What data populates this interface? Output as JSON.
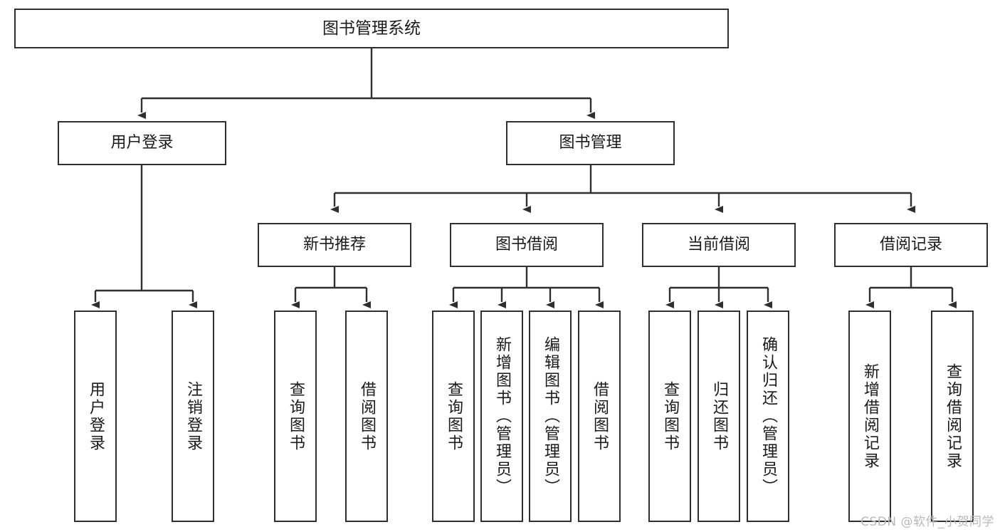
{
  "diagram": {
    "title": "图书管理系统",
    "type": "tree-hierarchy",
    "watermark": "CSDN @软件_小贺同学",
    "colors": {
      "border": "#2f2f2f",
      "background": "#ffffff",
      "text": "#1a1a1a",
      "edge": "#2f2f2f",
      "watermark": "#b9b9b9"
    },
    "root": {
      "label": "图书管理系统"
    },
    "level2": [
      {
        "label": "用户登录"
      },
      {
        "label": "图书管理"
      }
    ],
    "level3": [
      {
        "label": "新书推荐"
      },
      {
        "label": "图书借阅"
      },
      {
        "label": "当前借阅"
      },
      {
        "label": "借阅记录"
      }
    ],
    "leaves": {
      "user_login": [
        {
          "label": "用户登录"
        },
        {
          "label": "注销登录"
        }
      ],
      "new_book": [
        {
          "label": "查询图书"
        },
        {
          "label": "借阅图书"
        }
      ],
      "book_borrow": [
        {
          "label": "查询图书"
        },
        {
          "label": "新增图书（管理员）"
        },
        {
          "label": "编辑图书（管理员）"
        },
        {
          "label": "借阅图书"
        }
      ],
      "current_borrow": [
        {
          "label": "查询图书"
        },
        {
          "label": "归还图书"
        },
        {
          "label": "确认归还（管理员）"
        }
      ],
      "borrow_record": [
        {
          "label": "新增借阅记录"
        },
        {
          "label": "查询借阅记录"
        }
      ]
    }
  }
}
